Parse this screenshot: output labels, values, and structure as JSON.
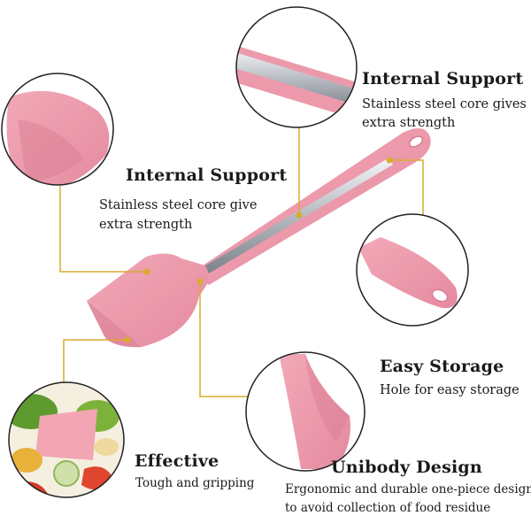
{
  "features": {
    "internal_support_top": {
      "title": "Internal Support",
      "desc_line1": "Stainless steel core gives",
      "desc_line2": "extra strength"
    },
    "internal_support_left": {
      "title": "Internal Support",
      "desc_line1": "Stainless steel core give",
      "desc_line2": "extra strength"
    },
    "easy_storage": {
      "title": "Easy Storage",
      "desc": "Hole for easy storage"
    },
    "effective": {
      "title": "Effective",
      "desc": "Tough and  gripping"
    },
    "unibody_design": {
      "title": "Unibody Design",
      "desc_line1": "Ergonomic and durable one-piece design",
      "desc_line2": "to avoid collection of food residue"
    }
  },
  "colors": {
    "spatula_pink": "#ec9aab",
    "spatula_shade": "#d97d93",
    "steel": "#c9ccd1",
    "callout_gold": "#d9ac2e",
    "circle_border": "#222222"
  },
  "icons": [
    "spatula-illustration",
    "steel-core-closeup",
    "spatula-head-closeup",
    "handle-hole-closeup",
    "spatula-neck-closeup",
    "salad-food-closeup"
  ]
}
